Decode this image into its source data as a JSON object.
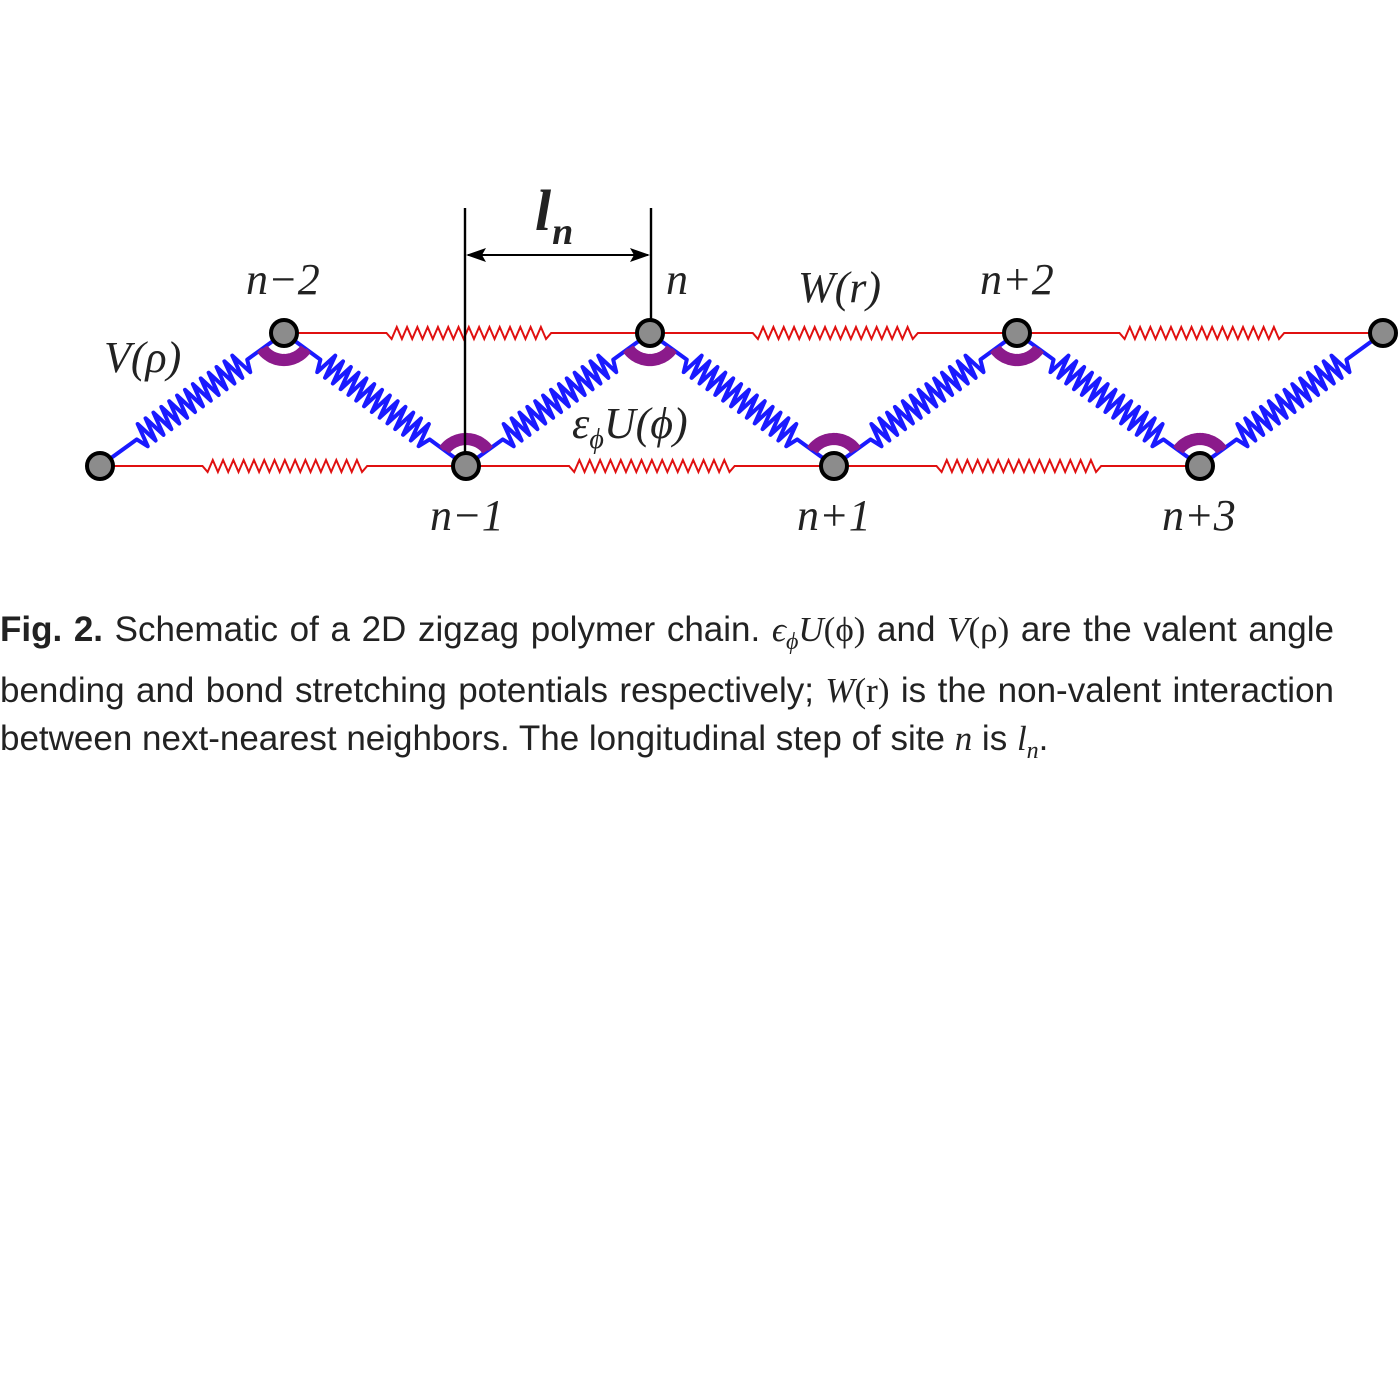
{
  "figure": {
    "site_labels": [
      "n−2",
      "n−1",
      "n",
      "n+1",
      "n+2",
      "n+3"
    ],
    "step_label": {
      "main": "l",
      "sub": "n"
    },
    "bond_potential_label": "V(ρ)",
    "nonvalent_potential_label": "W(r)",
    "angle_potential_label": {
      "eps": "ε",
      "eps_sub": "ϕ",
      "rest": "U(ϕ)"
    },
    "colors": {
      "bond_spring": "#1a1aff",
      "angle_spring": "#8b1a8b",
      "nonvalent_spring": "#e01010",
      "site_fill": "#8c8c8c",
      "site_stroke": "#000000"
    }
  },
  "caption": {
    "fig_label": "Fig.  2.",
    "t1": " Schematic of a 2D zigzag polymer chain. ",
    "m_eps": "ϵ",
    "m_phi_sub": "ϕ",
    "m_U": "U",
    "m_phi_arg": "(ϕ)",
    "t2": " and ",
    "m_V": "V",
    "m_rho_arg": "(ρ)",
    "t3": " are the valent angle bending and bond stretching potentials respectively; ",
    "m_W": "W",
    "m_r_arg": "(r)",
    "t4": " is the non-valent interaction between next-nearest neighbors. The longitudinal step of site ",
    "m_n": "n",
    "t5": " is ",
    "m_l": "l",
    "m_n_sub": "n",
    "t6": "."
  }
}
